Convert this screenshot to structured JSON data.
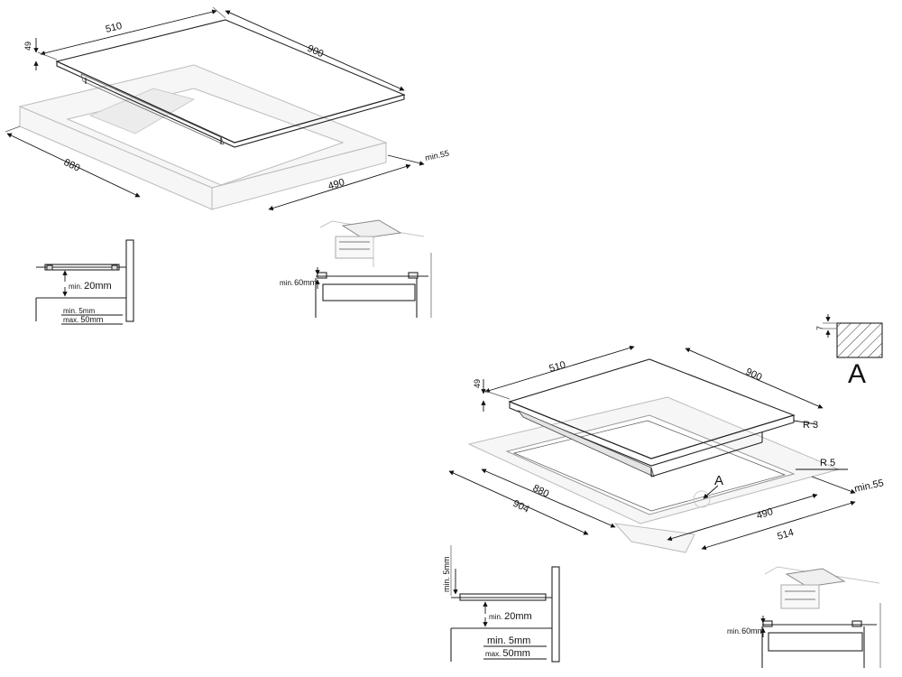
{
  "top_drawing": {
    "dim_510": "510",
    "dim_900": "900",
    "dim_49": "49",
    "dim_880": "880",
    "dim_490": "490",
    "dim_min55": "min.55"
  },
  "top_detail_left": {
    "min_label": "min.",
    "min_20": "20mm",
    "min_5": "min. 5mm",
    "max_50_prefix": "max.",
    "max_50": "50mm"
  },
  "top_detail_right": {
    "min_label": "min.",
    "min_60": "60mm"
  },
  "bottom_drawing": {
    "dim_510": "510",
    "dim_900": "900",
    "dim_49": "49",
    "dim_r3": "R 3",
    "dim_r5": "R 5",
    "dim_min55": "min.55",
    "dim_880": "880",
    "dim_904": "904",
    "dim_490": "490",
    "dim_514": "514",
    "label_a": "A"
  },
  "detail_a": {
    "dim_7": "7",
    "label": "A"
  },
  "bottom_detail_left": {
    "min_5_vertical": "min. 5mm",
    "min_label": "min.",
    "min_20": "20mm",
    "min_5": "min. 5mm",
    "max_50_prefix": "max.",
    "max_50": "50mm"
  },
  "bottom_detail_right": {
    "min_label": "min.",
    "min_60": "60mm"
  }
}
